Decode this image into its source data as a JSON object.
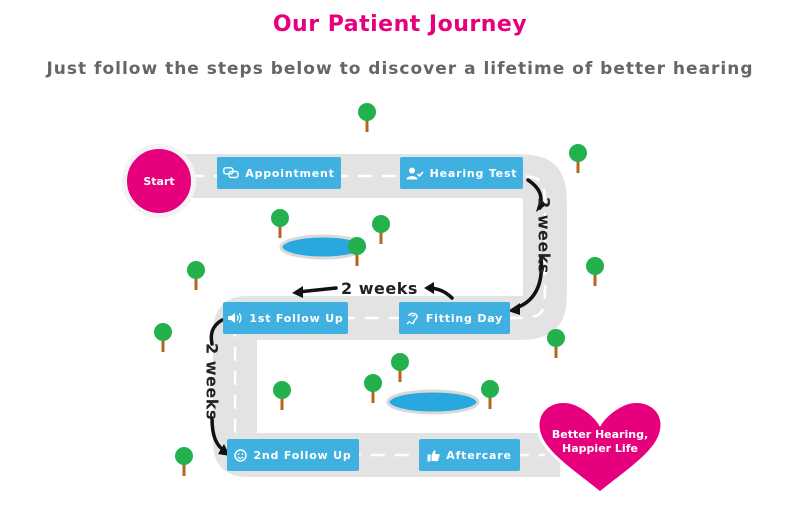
{
  "title": "Our Patient Journey",
  "subtitle": "Just follow the steps below to discover a lifetime of better hearing",
  "start_label": "Start",
  "steps": [
    {
      "label": "Appointment",
      "icon": "chat-bubbles-icon"
    },
    {
      "label": "Hearing Test",
      "icon": "user-check-icon"
    },
    {
      "label": "Fitting Day",
      "icon": "ear-icon"
    },
    {
      "label": "1st Follow Up",
      "icon": "speaker-icon"
    },
    {
      "label": "2nd Follow Up",
      "icon": "smiley-icon"
    },
    {
      "label": "Aftercare",
      "icon": "thumbs-up-icon"
    }
  ],
  "intervals": [
    "2 weeks",
    "2 weeks",
    "2 weeks"
  ],
  "end_label": {
    "line1": "Better Hearing,",
    "line2": "Happier Life"
  },
  "colors": {
    "accent": "#e6007e",
    "step": "#3fb0e0",
    "road": "#e3e3e3",
    "lake": "#29a8e0",
    "tree": "#22b14c",
    "trunk": "#b5651d"
  }
}
